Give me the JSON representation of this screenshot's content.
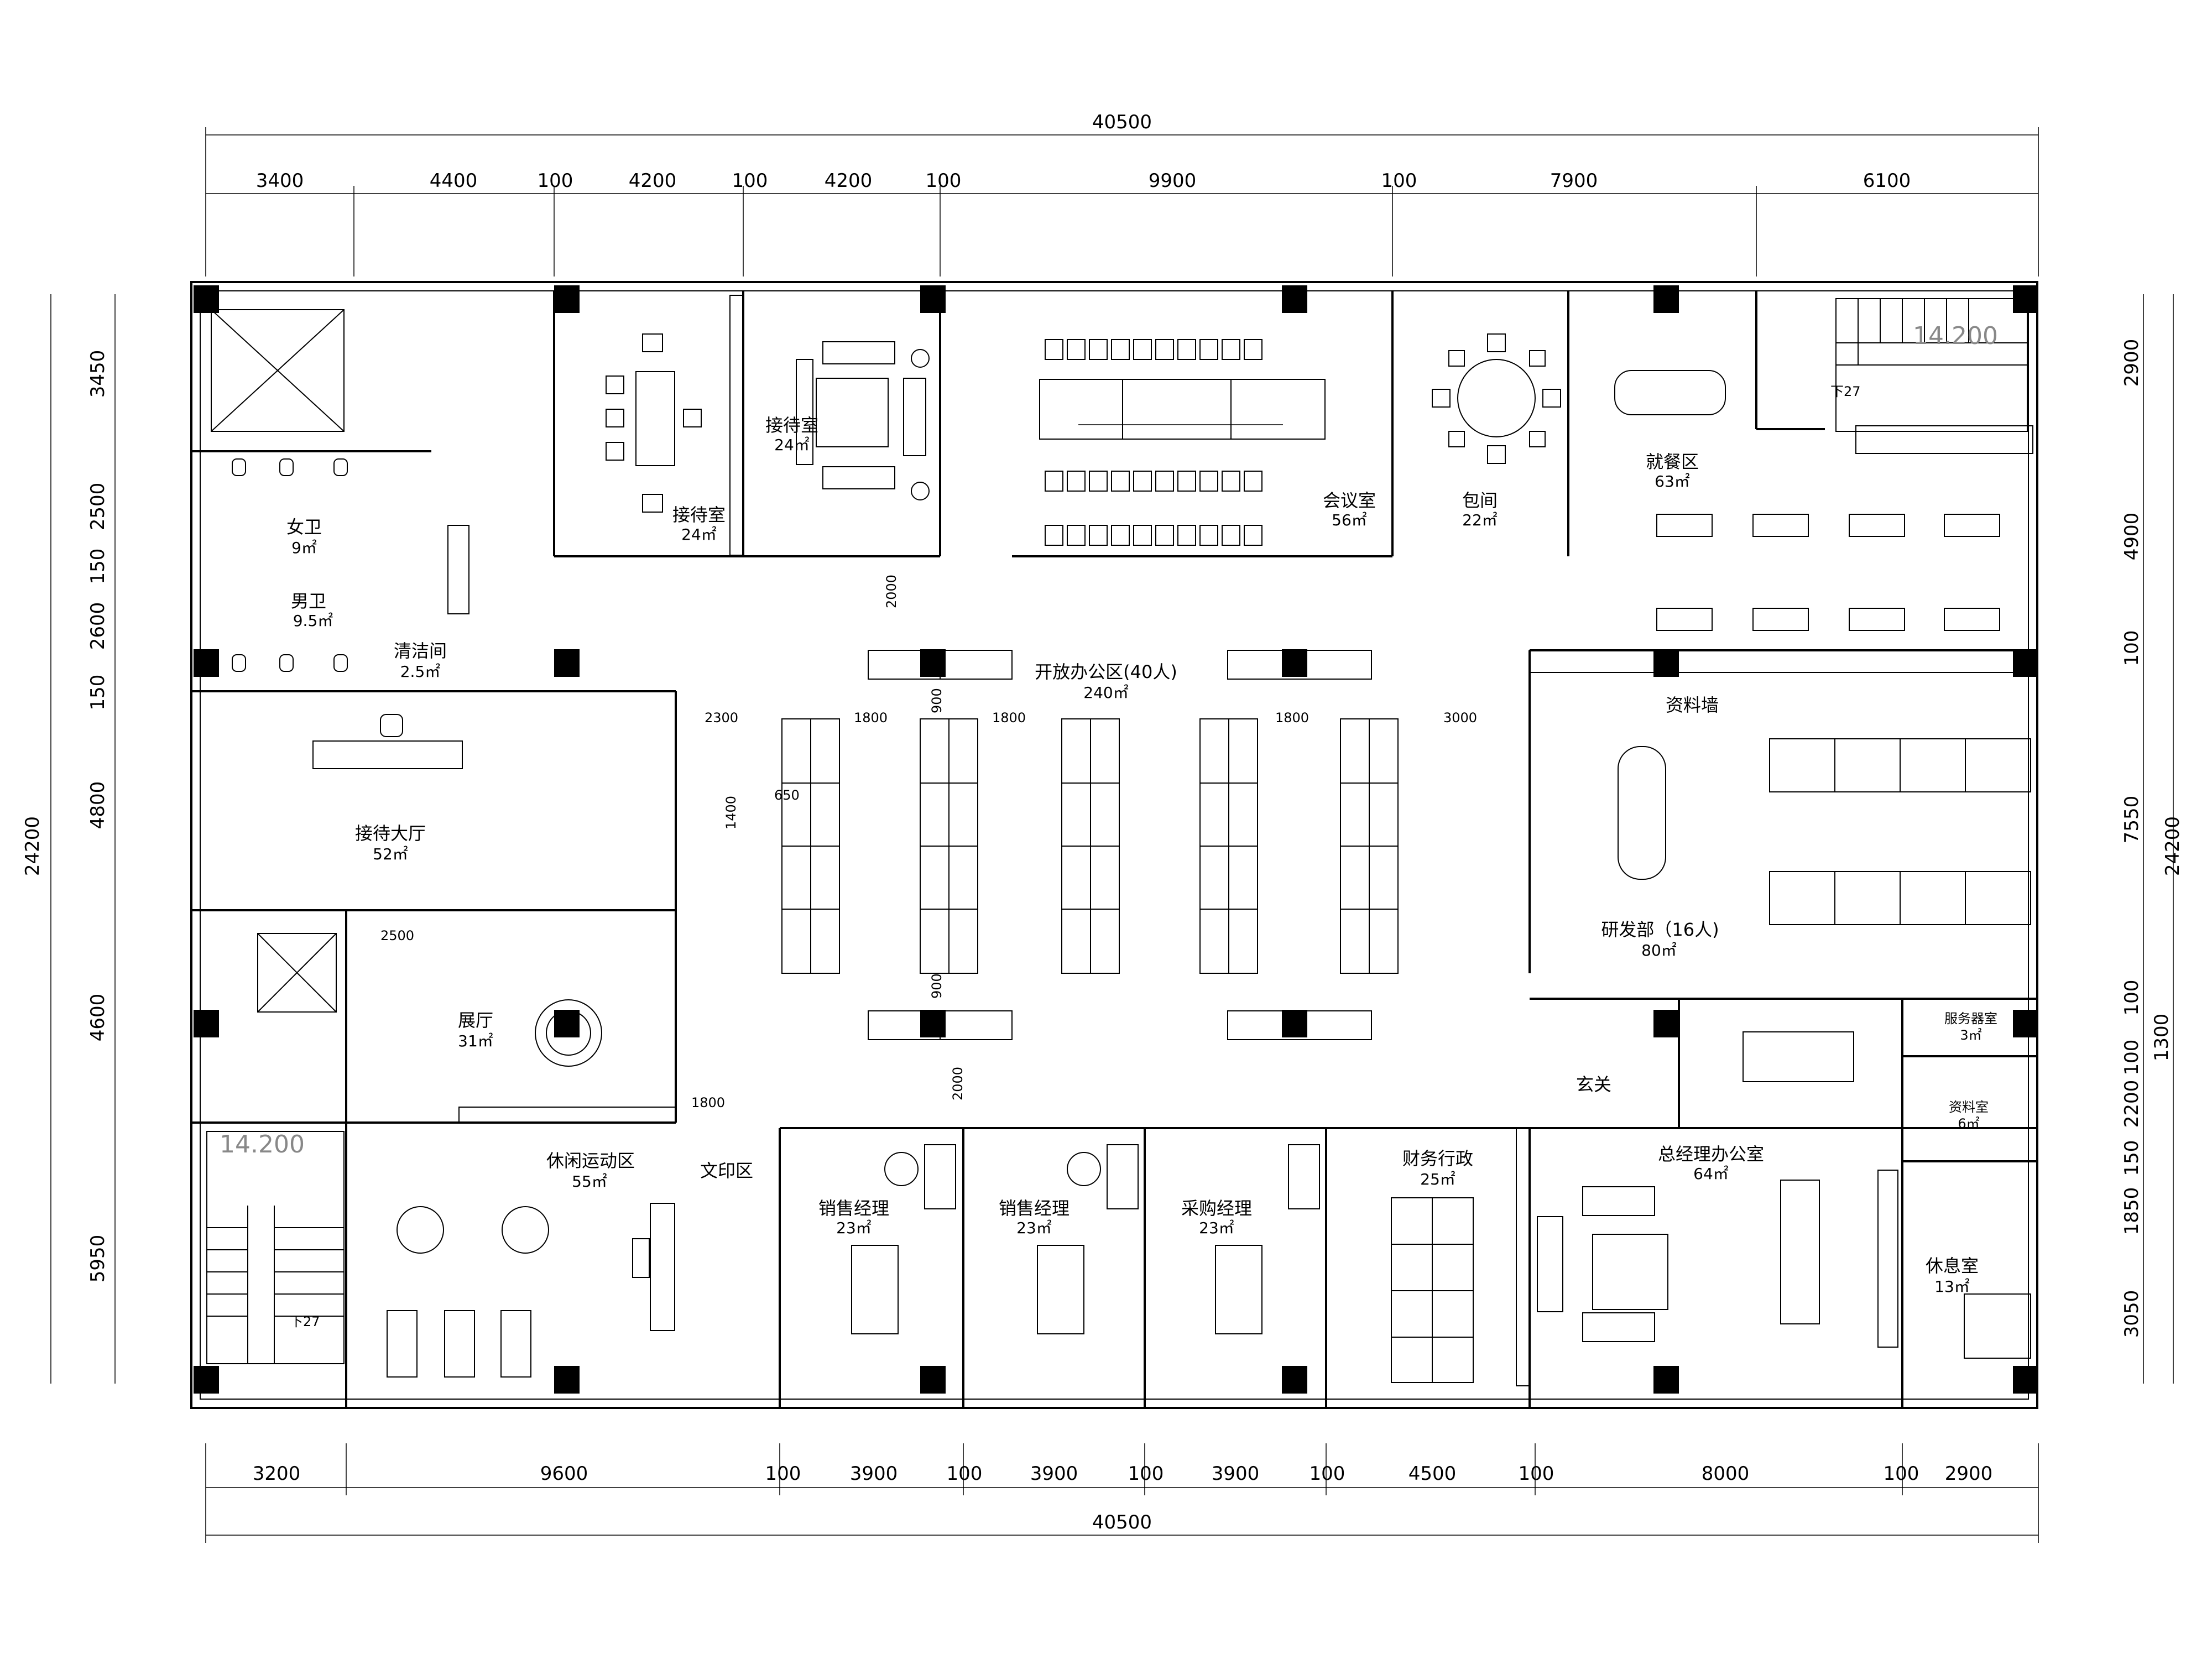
{
  "plan": {
    "dimensions": {
      "top_total": "40500",
      "top_segments": [
        "3400",
        "4400",
        "100",
        "4200",
        "100",
        "4200",
        "100",
        "9900",
        "100",
        "7900",
        "6100"
      ],
      "bottom_total": "40500",
      "bottom_segments": [
        "3200",
        "9600",
        "100",
        "3900",
        "100",
        "3900",
        "100",
        "3900",
        "100",
        "4500",
        "100",
        "8000",
        "100",
        "2900"
      ],
      "left_total": "24200",
      "left_segments": [
        "3450",
        "2500",
        "150",
        "2600",
        "150",
        "4800",
        "4600",
        "5950"
      ],
      "right_total": "24200",
      "right_segments": [
        "2900",
        "4900",
        "100",
        "7550",
        "100",
        "100",
        "2200",
        "150",
        "1850",
        "3050"
      ],
      "right_sub": "1300",
      "interior": [
        "2000",
        "900",
        "900",
        "2000",
        "2300",
        "1800",
        "1800",
        "1800",
        "3000",
        "1400",
        "650",
        "2500",
        "1800"
      ]
    },
    "rooms": [
      {
        "name": "女卫",
        "area": "9㎡"
      },
      {
        "name": "男卫",
        "area": "9.5㎡"
      },
      {
        "name": "清洁间",
        "area": "2.5㎡"
      },
      {
        "name": "接待室",
        "area": "24㎡"
      },
      {
        "name": "接待室",
        "area": "24㎡"
      },
      {
        "name": "会议室",
        "area": "56㎡"
      },
      {
        "name": "包间",
        "area": "22㎡"
      },
      {
        "name": "就餐区",
        "area": "63㎡"
      },
      {
        "name": "开放办公区(40人)",
        "area": "240㎡"
      },
      {
        "name": "接待大厅",
        "area": "52㎡"
      },
      {
        "name": "资料墙",
        "area": ""
      },
      {
        "name": "研发部（16人)",
        "area": "80㎡"
      },
      {
        "name": "展厅",
        "area": "31㎡"
      },
      {
        "name": "玄关",
        "area": ""
      },
      {
        "name": "服务器室",
        "area": "3㎡"
      },
      {
        "name": "资料室",
        "area": "6㎡"
      },
      {
        "name": "休闲运动区",
        "area": "55㎡"
      },
      {
        "name": "文印区",
        "area": ""
      },
      {
        "name": "销售经理",
        "area": "23㎡"
      },
      {
        "name": "销售经理",
        "area": "23㎡"
      },
      {
        "name": "采购经理",
        "area": "23㎡"
      },
      {
        "name": "财务行政",
        "area": "25㎡"
      },
      {
        "name": "总经理办公室",
        "area": "64㎡"
      },
      {
        "name": "休息室",
        "area": "13㎡"
      }
    ],
    "stairs": {
      "level": "14.200",
      "down": "下27"
    }
  }
}
